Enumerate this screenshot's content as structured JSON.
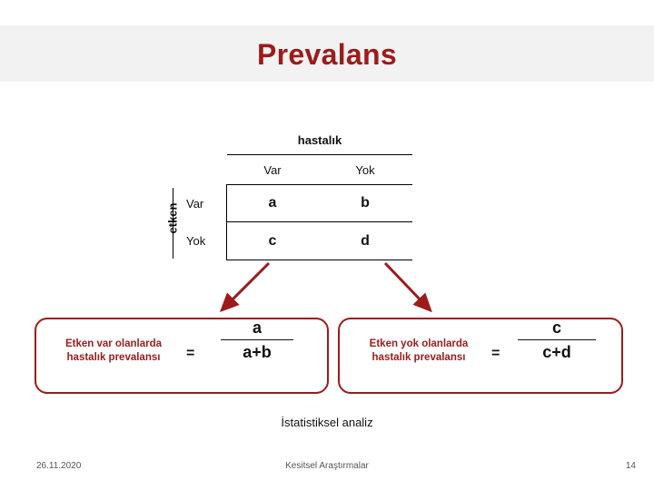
{
  "slide": {
    "title": "Prevalans",
    "table": {
      "top_header": "hastalık",
      "column_headers": [
        "Var",
        "Yok"
      ],
      "side_header": "etken",
      "row_labels": [
        "Var",
        "Yok"
      ],
      "cells": [
        [
          "a",
          "b"
        ],
        [
          "c",
          "d"
        ]
      ]
    },
    "results": [
      {
        "label_line1": "Etken var olanlarda",
        "label_line2": "hastalık prevalansı",
        "equals": "=",
        "numerator": "a",
        "denominator": "a+b"
      },
      {
        "label_line1": "Etken yok olanlarda",
        "label_line2": "hastalık prevalansı",
        "equals": "=",
        "numerator": "c",
        "denominator": "c+d"
      }
    ],
    "caption": "İstatistiksel analiz",
    "footer": {
      "date": "26.11.2020",
      "center": "Kesitsel Araştırmalar",
      "page": "14"
    }
  }
}
